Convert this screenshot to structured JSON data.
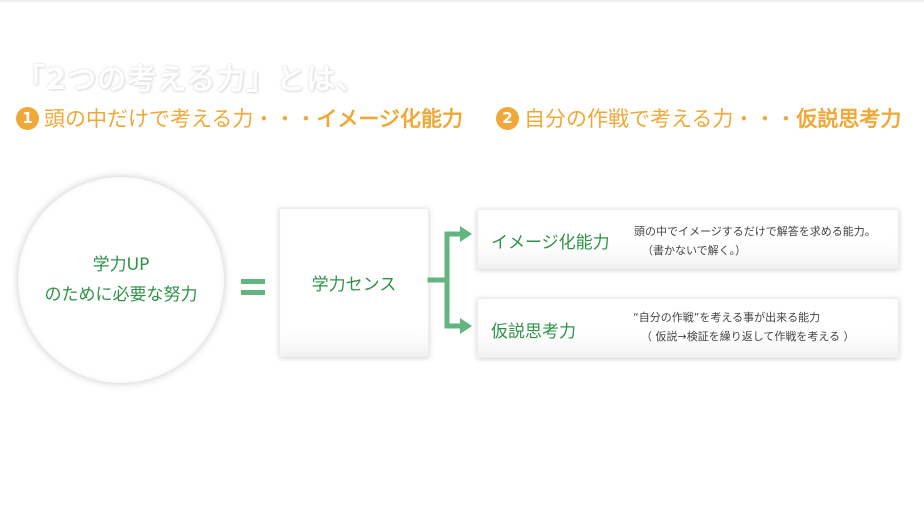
{
  "title": "「2つの考える力」とは、",
  "points": [
    {
      "number": "1",
      "text": "頭の中だけで考える力・・・",
      "key": "イメージ化能力"
    },
    {
      "number": "2",
      "text": "自分の作戦で考える力・・・",
      "key": "仮説思考力"
    }
  ],
  "goal": {
    "line1": "学力UP",
    "line2": "のために必要な努力"
  },
  "sense": "学力センス",
  "abilities": [
    {
      "label": "イメージ化能力",
      "desc1": "頭の中でイメージするだけで解答を求める能力。",
      "desc2": "（書かないで解く。）"
    },
    {
      "label": "仮説思考力",
      "desc1": "“自分の作戦”を考える事が出来る能力",
      "desc2": "（ 仮説→検証を繰り返して作戦を考える ）"
    }
  ],
  "colors": {
    "orange": "#f0a938",
    "green": "#2e9347",
    "arrow": "#62b57f"
  }
}
